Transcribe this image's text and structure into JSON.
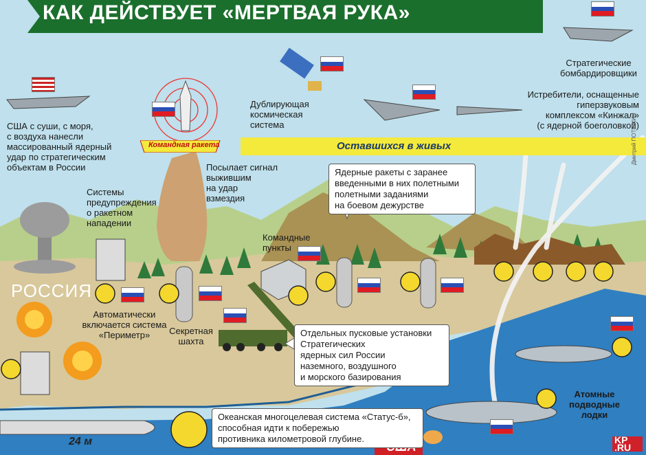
{
  "header": {
    "title": "КАК ДЕЙСТВУЕТ «МЕРТВАЯ РУКА»"
  },
  "band": {
    "label": "Оставшихся в живых"
  },
  "labels": {
    "usa_strike": [
      "США с суши, с моря,",
      "с воздуха нанесли",
      "массированный ядерный",
      "удар по стратегическим",
      "объектам в России"
    ],
    "warning_systems": [
      "Системы",
      "предупреждения",
      "о ракетном",
      "нападении"
    ],
    "command_rocket": "Командная ракета",
    "signal": [
      "Посылает сигнал",
      "выжившим",
      "на удар",
      "взмездия"
    ],
    "duplicate_space": [
      "Дублирующая",
      "космическая",
      "система"
    ],
    "bombers": [
      "Стратегические",
      "бомбардировщики"
    ],
    "fighters": [
      "Истребители, оснащенные гиперзвуковым",
      "комплексом «Кинжал»",
      "(с ядерной боеголовкой)"
    ],
    "command_posts": [
      "Командные",
      "пункты"
    ],
    "perimeter": [
      "Автоматически",
      "включается система",
      "«Периметр»"
    ],
    "secret_shaft": [
      "Секретная",
      "шахта"
    ],
    "subs": [
      "Атомные",
      "подводные",
      "лодки"
    ],
    "russia": "РОССИЯ",
    "usa": "США",
    "length": "24 м",
    "credit": "Дмитрий ПОТЮКИН"
  },
  "callouts": {
    "missiles": [
      "Ядерные ракеты с заранее",
      "введенными в них полетными",
      "полетными заданиями",
      "на боевом дежурстве"
    ],
    "launchers": [
      "Отдельных пусковые установки",
      "Стратегических",
      "ядерных сил России",
      "наземного, воздушного",
      "и морского базирования"
    ],
    "status6": [
      "Океанская многоцелевая система «Статус-б»,",
      "способная идти к побережью",
      "противника километровой глубине."
    ]
  },
  "logo": {
    "line1": "KP",
    "line2": ".RU"
  },
  "colors": {
    "banner": "#1b6f2d",
    "band": "#f4ea3b",
    "sea": "#2f7fc1",
    "land": "#d8c89b",
    "flag_blue": "#2a4fb5",
    "flag_red": "#e11b22"
  }
}
